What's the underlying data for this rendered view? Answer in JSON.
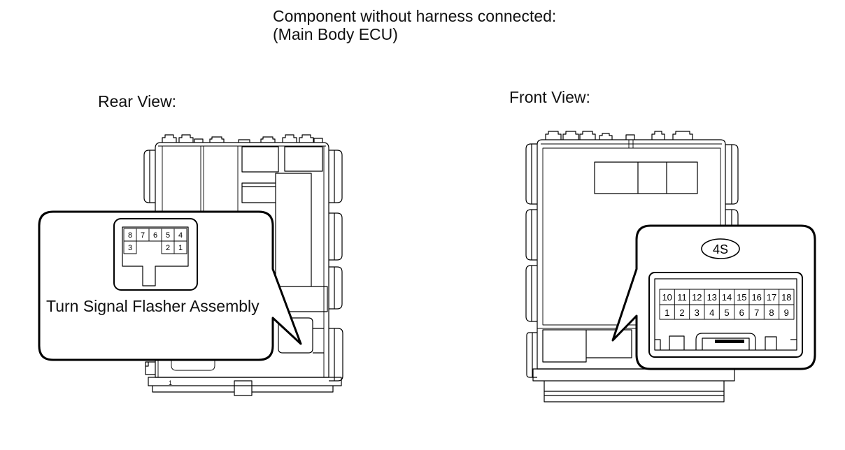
{
  "header": {
    "title": "Component without harness connected:",
    "subtitle": "(Main Body ECU)"
  },
  "rear_view": {
    "label": "Rear View:",
    "housing_marking": "1",
    "callout": {
      "component": "Turn Signal Flasher Assembly",
      "pins": {
        "top_row": [
          "8",
          "7",
          "6",
          "5",
          "4"
        ],
        "bottom_row_left": [
          "3"
        ],
        "bottom_row_right": [
          "2",
          "1"
        ]
      }
    }
  },
  "front_view": {
    "label": "Front View:",
    "callout": {
      "connector_code": "4S",
      "pins": {
        "top_row": [
          "10",
          "11",
          "12",
          "13",
          "14",
          "15",
          "16",
          "17",
          "18"
        ],
        "bottom_row": [
          "1",
          "2",
          "3",
          "4",
          "5",
          "6",
          "7",
          "8",
          "9"
        ]
      }
    }
  }
}
